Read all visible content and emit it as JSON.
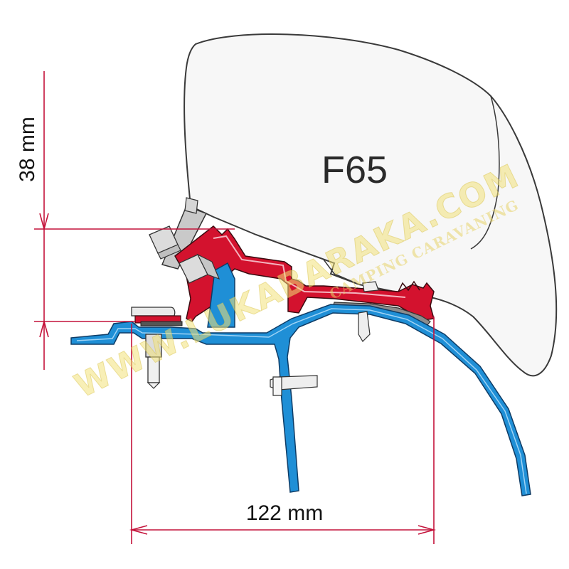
{
  "diagram": {
    "model_label": "F65",
    "height_dimension": "38 mm",
    "width_dimension": "122 mm"
  },
  "watermark": {
    "site": "WWW.LUKABARAKA.COM",
    "tagline": "CAMPING CARAVANING"
  },
  "colors": {
    "bracket_red": "#d3122e",
    "vehicle_blue": "#1f8fd6",
    "dimension_line": "#c4123a",
    "awning_case": "#f7f7f7",
    "watermark_yellow": "#f3e27a"
  }
}
